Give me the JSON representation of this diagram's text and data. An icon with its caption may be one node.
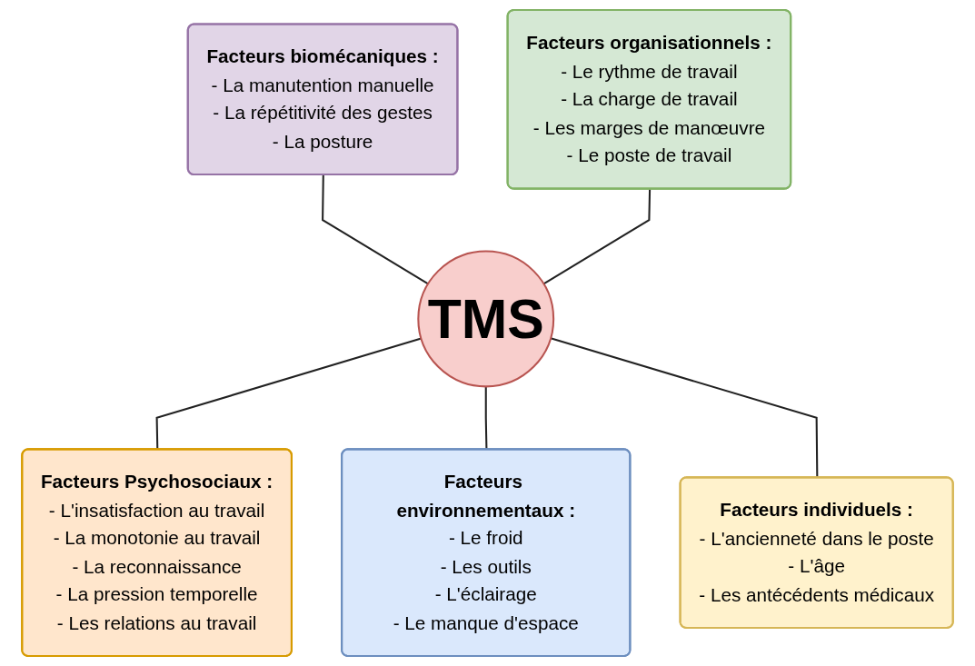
{
  "diagram": {
    "nodes": [
      {
        "text": [
          "Facteurs biomécaniques :",
          "- La manutention manuelle",
          "- La répétitivité des gestes",
          "- La posture"
        ]
      },
      {
        "text": [
          "Facteurs organisationnels :",
          "- Le rythme de travail",
          "- La charge de travail",
          "- Les marges de manœuvre",
          "- Le poste de travail"
        ]
      },
      {
        "text": [
          "TMS"
        ]
      },
      {
        "text": [
          "Facteurs Psychosociaux :",
          "- L'insatisfaction au travail",
          "- La monotonie au travail",
          "- La reconnaissance",
          "- La pression temporelle",
          "- Les relations au travail"
        ]
      },
      {
        "text": [
          "Facteurs environnementaux :",
          "- Le froid",
          "- Les outils",
          "- L'éclairage",
          "- Le manque d'espace"
        ]
      },
      {
        "text": [
          "Facteurs individuels :",
          "- L'ancienneté dans le poste",
          "- L'âge",
          "- Les antécédents médicaux"
        ]
      }
    ],
    "edges": [
      {
        "from": 0,
        "to": 2,
        "arrow": "none"
      },
      {
        "from": 1,
        "to": 2,
        "arrow": "none"
      },
      {
        "from": 2,
        "to": 3,
        "arrow": "none"
      },
      {
        "from": 2,
        "to": 4,
        "arrow": "none"
      },
      {
        "from": 2,
        "to": 5,
        "arrow": "none"
      }
    ]
  }
}
